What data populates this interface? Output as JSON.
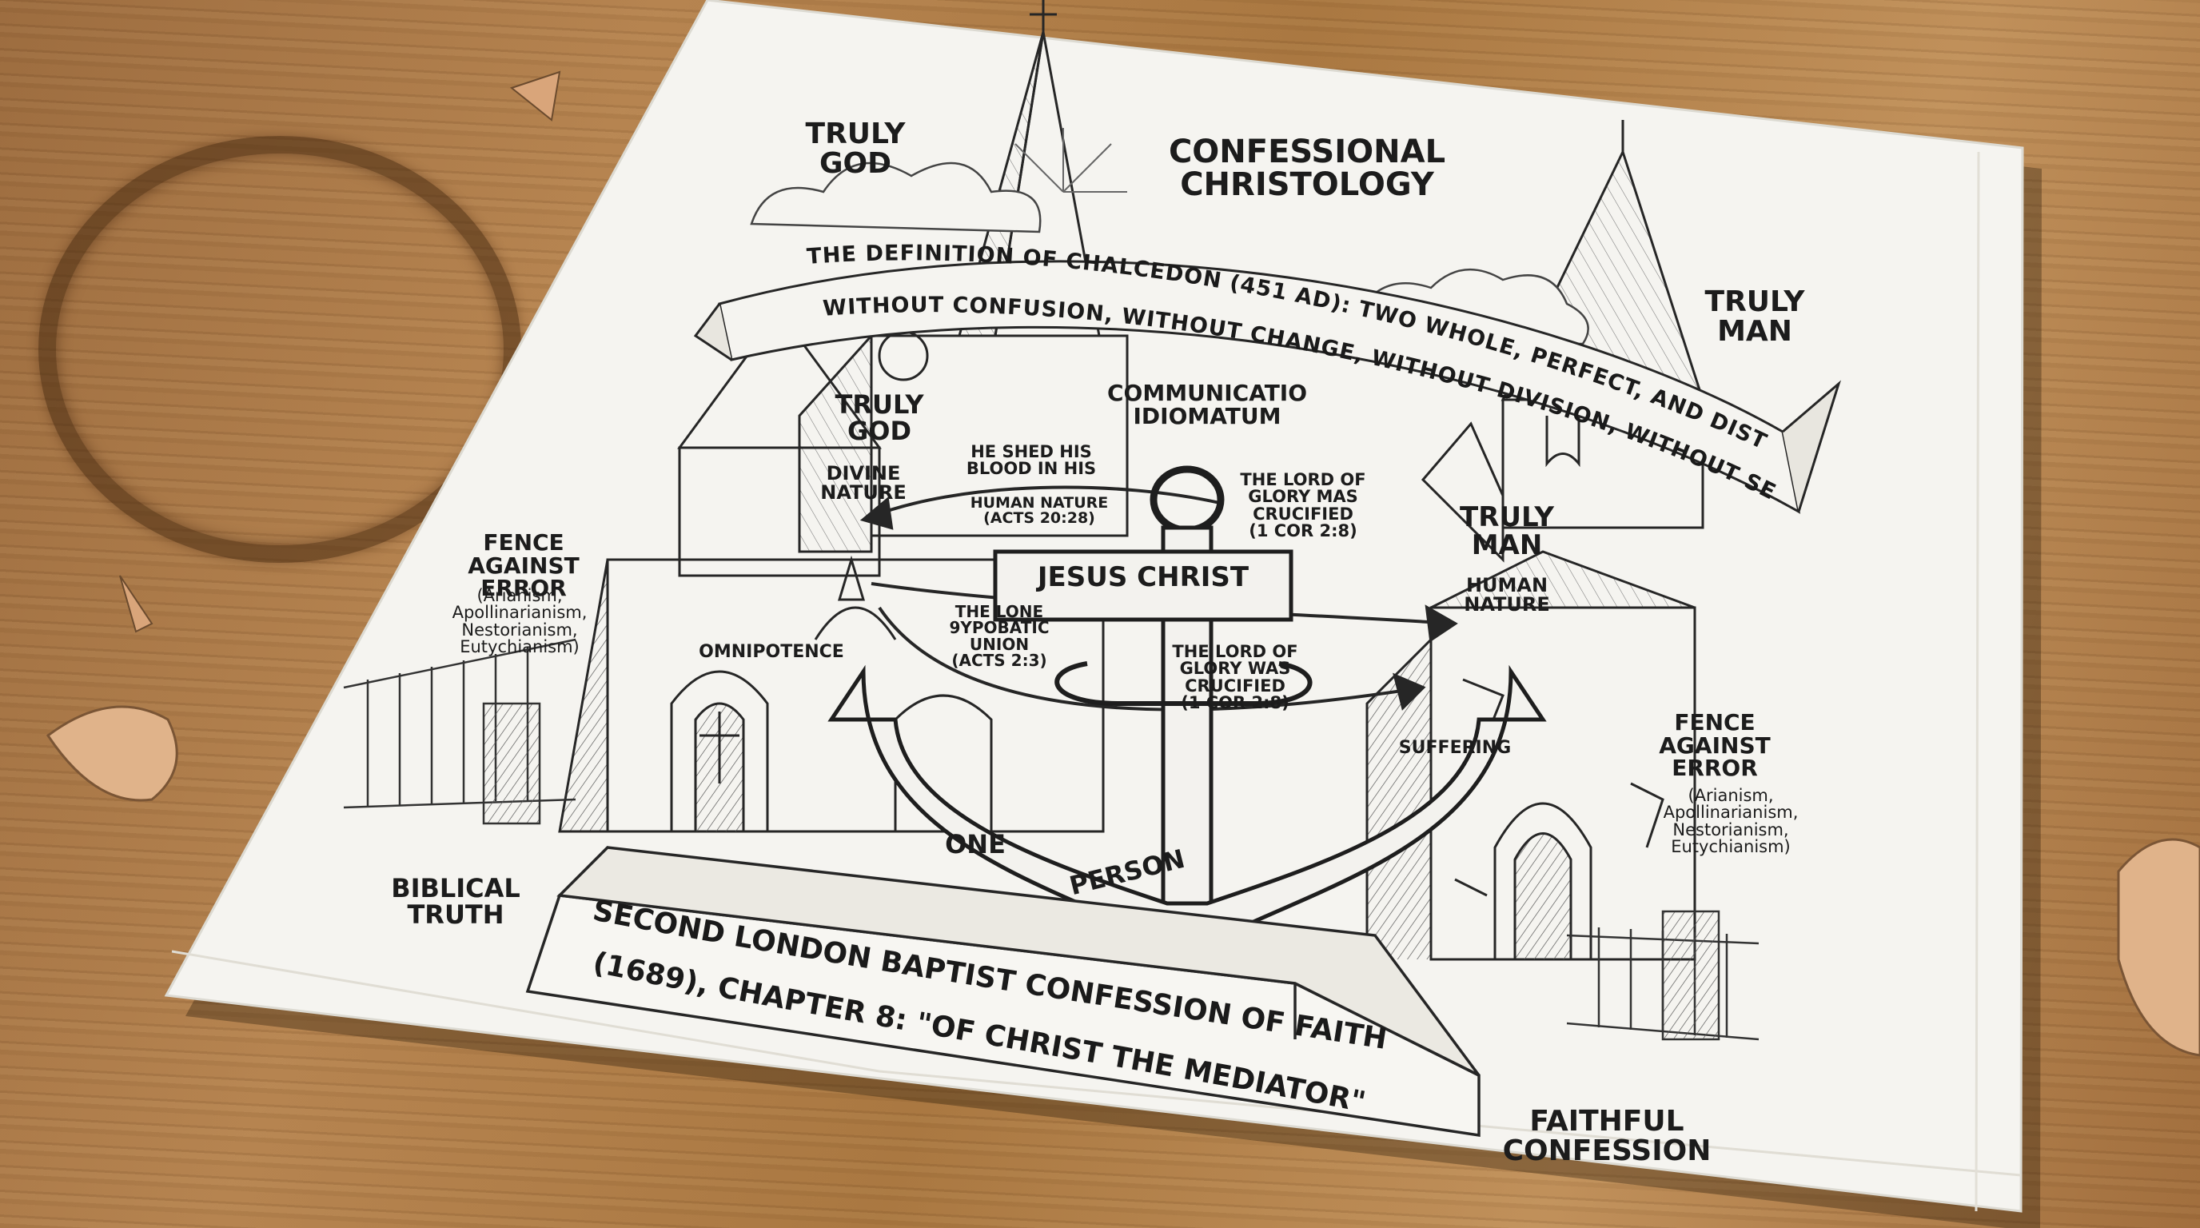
{
  "colors": {
    "wood": "#a8763f",
    "napkin": "#f5f4f0",
    "ink": "#1c1c1c"
  },
  "labels": {
    "truly_god_top": "TRULY\nGOD",
    "title": "CONFESSIONAL\nCHRISTOLOGY",
    "truly_man_top": "TRULY\nMAN",
    "truly_god_mid": "TRULY\nGOD",
    "divine_nature": "DIVINE\nNATURE",
    "communicatio": "COMMUNICATIO\nIDIOMATUM",
    "blood": "HE SHED HIS\nBLOOD IN HIS",
    "human_nature_ref": "HUMAN NATURE\n(Acts 20:28)",
    "lord_glory_1": "THE LORD OF\nGLORY MAS\nCRUCIFIED\n(1 Cor 2:8)",
    "jesus_christ": "JESUS CHRIST",
    "lone_union": "THE LONE\n9YPOBATIC\nUNION\n(Acts 2:3)",
    "lord_glory_2": "THE LORD OF\nGLORY WAS\nCRUCIFIED\n(1 Cor 2:8)",
    "truly_man_mid": "TRULY\nMAN",
    "human_nature": "HUMAN\nNATURE",
    "fence_left_title": "FENCE\nAGAINST ERROR",
    "fence_left_list": "(Arianism,\nApollinarianism,\nNestorianism,\nEutychianism)",
    "omnipotence": "OMNIPOTENCE",
    "suffering": "SUFFERING",
    "fence_right_title": "FENCE\nAGAINST\nERROR",
    "fence_right_list": "(Arianism,\nApollinarianism,\nNestorianism,\nEutychianism)",
    "one": "ONE",
    "person": "PERSON",
    "biblical_truth": "BIBLICAL\nTRUTH",
    "faithful_confession": "FAITHFUL\nCONFESSION"
  },
  "banner": {
    "line1": "THE DEFINITION OF CHALCEDON (451 AD): TWO WHOLE, PERFECT, AND DISTINCT NATURES...",
    "line2": "WITHOUT CONFUSION, WITHOUT CHANGE, WITHOUT DIVISION, WITHOUT SEPARATION."
  },
  "plinth": {
    "line1": "SECOND LONDON BAPTIST CONFESSION OF FAITH",
    "line2": "(1689), CHAPTER 8: \"OF CHRIST THE MEDIATOR\""
  }
}
